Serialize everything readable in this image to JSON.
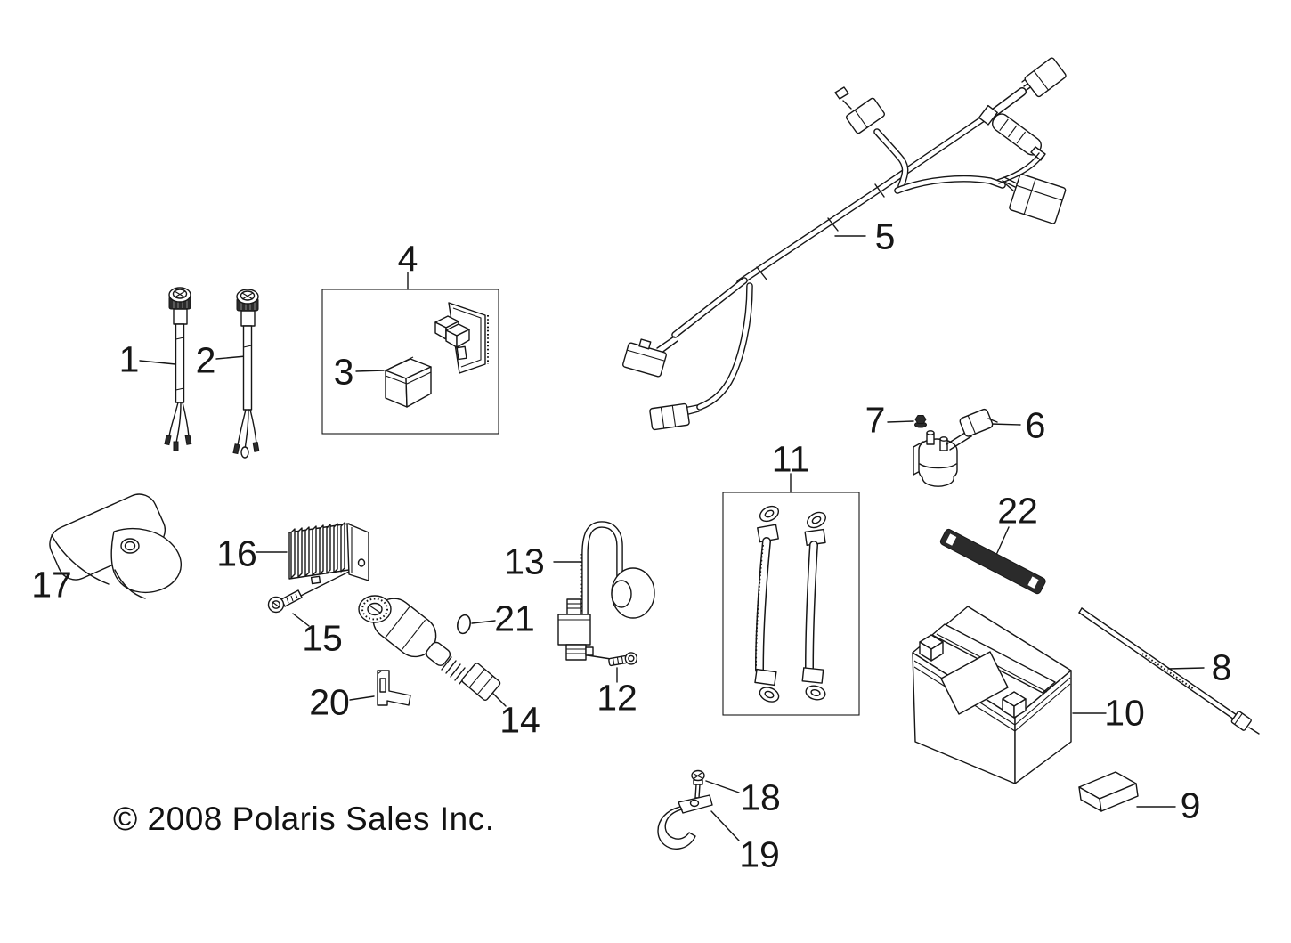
{
  "diagram": {
    "type": "exploded-parts-diagram",
    "copyright": "© 2008 Polaris Sales Inc.",
    "callouts": [
      {
        "label": "1"
      },
      {
        "label": "2"
      },
      {
        "label": "3"
      },
      {
        "label": "4"
      },
      {
        "label": "5"
      },
      {
        "label": "6"
      },
      {
        "label": "7"
      },
      {
        "label": "8"
      },
      {
        "label": "9"
      },
      {
        "label": "10"
      },
      {
        "label": "11"
      },
      {
        "label": "12"
      },
      {
        "label": "13"
      },
      {
        "label": "14"
      },
      {
        "label": "15"
      },
      {
        "label": "16"
      },
      {
        "label": "17"
      },
      {
        "label": "18"
      },
      {
        "label": "19"
      },
      {
        "label": "20"
      },
      {
        "label": "21"
      },
      {
        "label": "22"
      }
    ]
  }
}
